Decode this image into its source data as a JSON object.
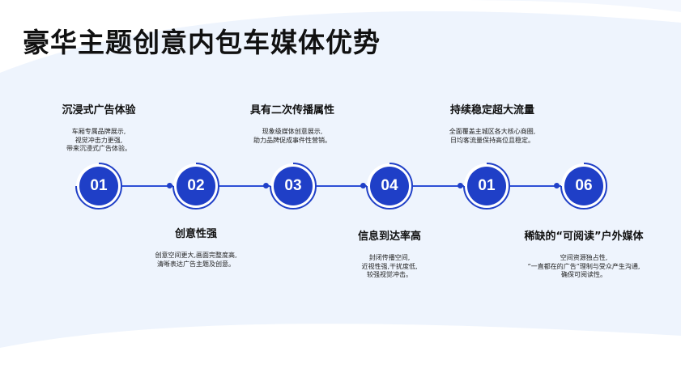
{
  "title": "豪华主题创意内包车媒体优势",
  "accent_color": "#1f3fc7",
  "items": [
    {
      "number": "01",
      "heading": "沉浸式广告体验",
      "lines": [
        "车厢专属品牌展示,",
        "视觉冲击力更强,",
        "带来沉浸式广告体验。"
      ],
      "position": "above"
    },
    {
      "number": "02",
      "heading": "创意性强",
      "lines": [
        "创意空间更大,画面完整度高,",
        "清晰表达广告主题及创意。"
      ],
      "position": "below"
    },
    {
      "number": "03",
      "heading": "具有二次传播属性",
      "lines": [
        "现象级媒体创意展示,",
        "助力品牌促成事件性营销。"
      ],
      "position": "above"
    },
    {
      "number": "04",
      "heading": "信息到达率高",
      "lines": [
        "封闭传播空间,",
        "近视性强,干扰度低,",
        "较强视觉冲击。"
      ],
      "position": "below"
    },
    {
      "number": "01",
      "heading": "持续稳定超大流量",
      "lines": [
        "全面覆盖主城区各大核心商圈,",
        "日均客流量保持高位且稳定。"
      ],
      "position": "above"
    },
    {
      "number": "06",
      "heading": "稀缺的“可阅读”户外媒体",
      "lines": [
        "空间资源独占性,",
        "“一直都在的广告”理制与受众产生沟通,",
        "确保可阅读性。"
      ],
      "position": "below"
    }
  ]
}
